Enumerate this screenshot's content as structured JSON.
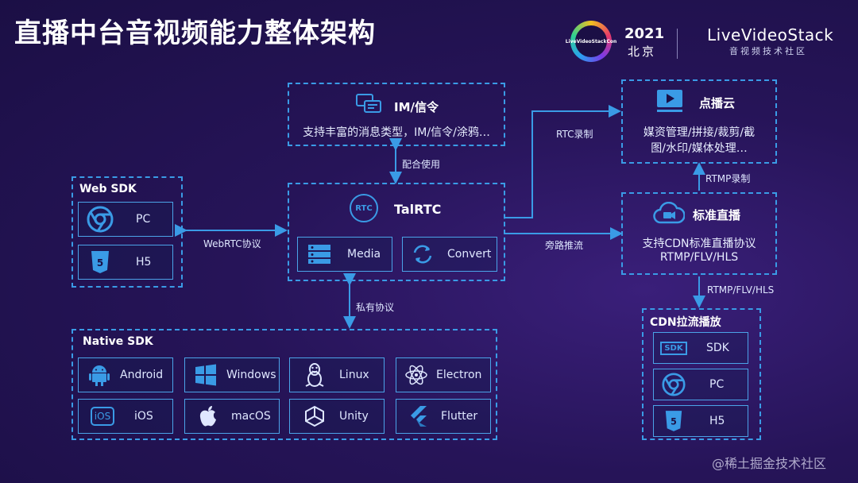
{
  "title": "直播中台音视频能力整体架构",
  "header": {
    "conf_year": "2021",
    "conf_city": "北京",
    "conf_logo": "LiveVideoStackCon",
    "brand_name": "LiveVideoStack",
    "brand_sub": "音视频技术社区"
  },
  "im_box": {
    "title": "IM/信令",
    "desc": "支持丰富的消息类型，IM/信令/涂鸦…"
  },
  "vod_box": {
    "title": "点播云",
    "desc_line1": "媒资管理/拼接/裁剪/截",
    "desc_line2": "图/水印/媒体处理…"
  },
  "center_box": {
    "title": "TalRTC",
    "rtc_badge": "RTC",
    "media": "Media",
    "convert": "Convert"
  },
  "live_box": {
    "title": "标准直播",
    "desc_line1": "支持CDN标准直播协议",
    "desc_line2": "RTMP/FLV/HLS"
  },
  "web_sdk": {
    "title": "Web SDK",
    "items": [
      "PC",
      "H5"
    ]
  },
  "cdn_box": {
    "title": "CDN拉流播放",
    "items": [
      "SDK",
      "PC",
      "H5"
    ],
    "sdk_badge": "SDK"
  },
  "native_sdk": {
    "title": "Native SDK",
    "row1": [
      "Android",
      "Windows",
      "Linux",
      "Electron"
    ],
    "row2": [
      "iOS",
      "macOS",
      "Unity",
      "Flutter"
    ],
    "ios_badge": "iOS"
  },
  "edges": {
    "rtc_record": "RTC录制",
    "cooperate": "配合使用",
    "webrtc": "WebRTC协议",
    "bypass": "旁路推流",
    "rtmp_record": "RTMP录制",
    "rtmp_flv_hls": "RTMP/FLV/HLS",
    "private": "私有协议"
  },
  "watermark": "@稀土掘金技术社区",
  "colors": {
    "accent": "#3a9be6",
    "background": "#261458",
    "text": "#ffffff"
  }
}
